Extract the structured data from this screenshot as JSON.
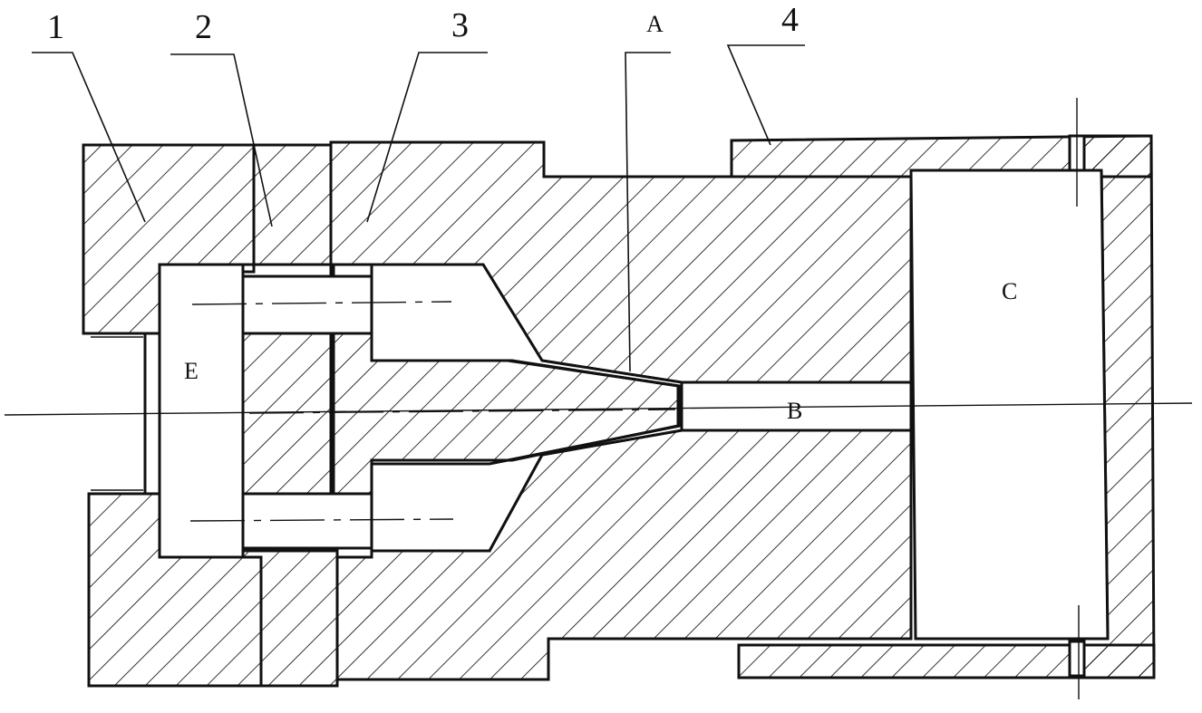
{
  "labels": {
    "part1": "1",
    "part2": "2",
    "part3": "3",
    "part4": "4",
    "A": "A",
    "B": "B",
    "C": "C",
    "E": "E"
  },
  "colors": {
    "ink": "#111111",
    "paper": "#ffffff"
  }
}
